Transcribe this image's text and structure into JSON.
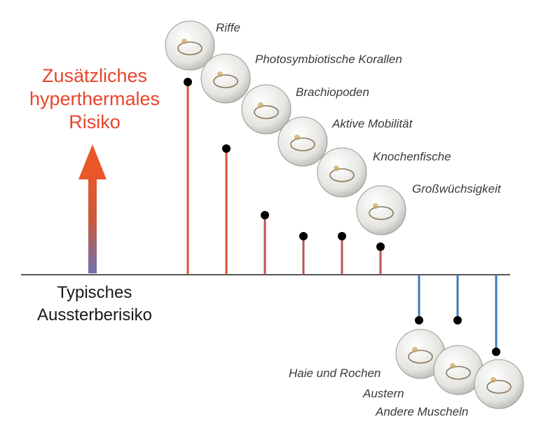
{
  "title_risk": [
    "Zusätzliches",
    "hyperthermales",
    "Risiko"
  ],
  "baseline_label": [
    "Typisches",
    "Aussterberisiko"
  ],
  "colors": {
    "positive": "#e0502f",
    "positive_muted": "#b75555",
    "negative": "#3d79be",
    "axis": "#555555",
    "marker": "#000000",
    "title": "#e8442b"
  },
  "chart_data": {
    "type": "bar",
    "subtype": "lollipop",
    "categories": [
      "Riffe",
      "Photosymbiotische Korallen",
      "Brachiopoden",
      "Aktive Mobilität",
      "Knochenfische",
      "Großwüchsigkeit",
      "Haie und Rochen",
      "Austern",
      "Andere Muscheln"
    ],
    "values": [
      5.5,
      3.6,
      1.7,
      1.1,
      1.1,
      0.8,
      -1.3,
      -1.3,
      -2.2
    ],
    "ylim": [
      -3,
      7
    ],
    "baseline": 0,
    "title": "",
    "xlabel": "",
    "ylabel": "Zusätzliches hyperthermales Risiko",
    "baseline_text": "Typisches Aussterberisiko",
    "grid": false,
    "legend": "none"
  }
}
